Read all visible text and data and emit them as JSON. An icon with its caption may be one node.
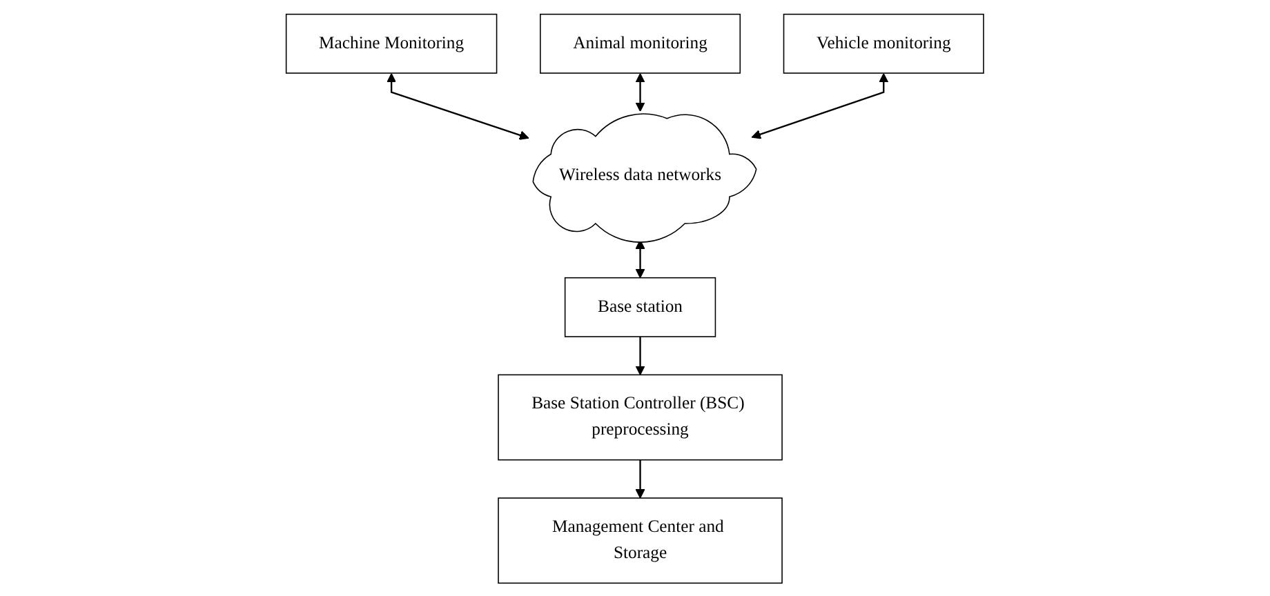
{
  "diagram": {
    "nodes": [
      {
        "text": [
          "Machine Monitoring"
        ]
      },
      {
        "text": [
          "Animal monitoring"
        ]
      },
      {
        "text": [
          "Vehicle monitoring"
        ]
      },
      {
        "text": [
          "Wireless data networks"
        ]
      },
      {
        "text": [
          "Base station"
        ]
      },
      {
        "text": [
          "Base Station Controller (BSC) preprocessing"
        ]
      },
      {
        "text": [
          "Management Center and Storage"
        ]
      }
    ],
    "edges": [
      {
        "from": 0,
        "to": 3,
        "arrow": "both"
      },
      {
        "from": 1,
        "to": 3,
        "arrow": "both"
      },
      {
        "from": 2,
        "to": 3,
        "arrow": "both"
      },
      {
        "from": 3,
        "to": 4,
        "arrow": "both"
      },
      {
        "from": 4,
        "to": 5,
        "arrow": "to"
      },
      {
        "from": 5,
        "to": 6,
        "arrow": "to"
      }
    ]
  }
}
